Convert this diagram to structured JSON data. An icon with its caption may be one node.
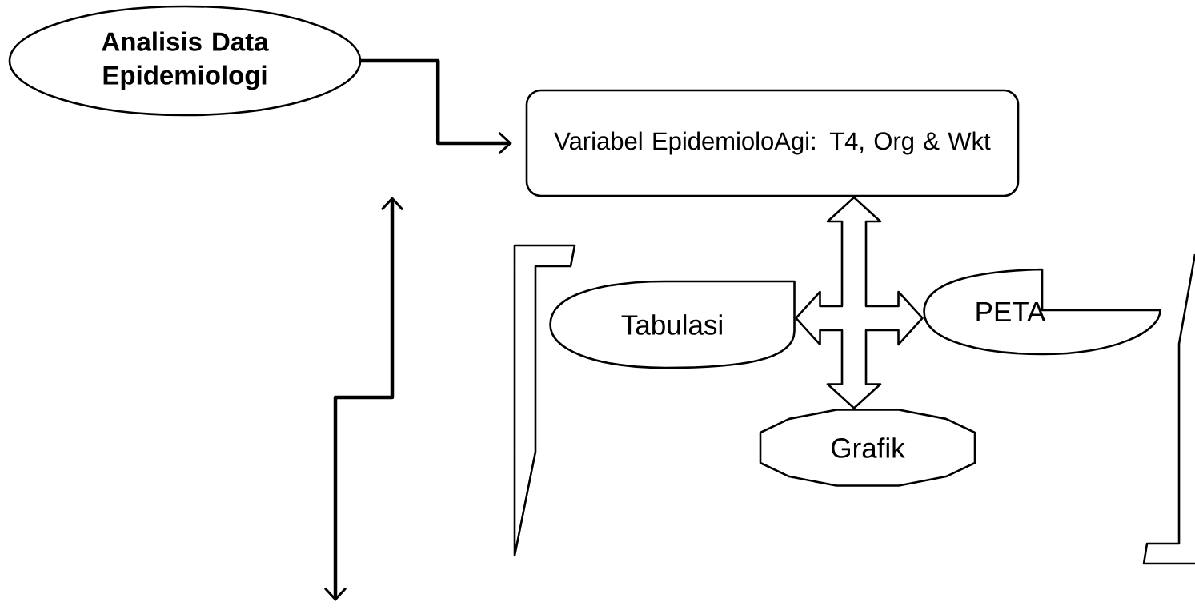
{
  "diagram": {
    "nodes": [
      {
        "text": [
          "Analisis Data Epidemiologi"
        ]
      },
      {
        "text": [
          "Variabel EpidemioloAgi: T4, Org & Wkt"
        ]
      },
      {
        "text": [
          "Tabulasi"
        ]
      },
      {
        "text": [
          "PETA"
        ]
      },
      {
        "text": [
          "Grafik"
        ]
      }
    ],
    "edges": [
      {
        "from": 0,
        "to": 1,
        "arrow": "to"
      },
      {
        "from": 2,
        "to": 3,
        "arrow": "both"
      },
      {
        "from": 1,
        "to": 4,
        "arrow": "both"
      }
    ]
  }
}
